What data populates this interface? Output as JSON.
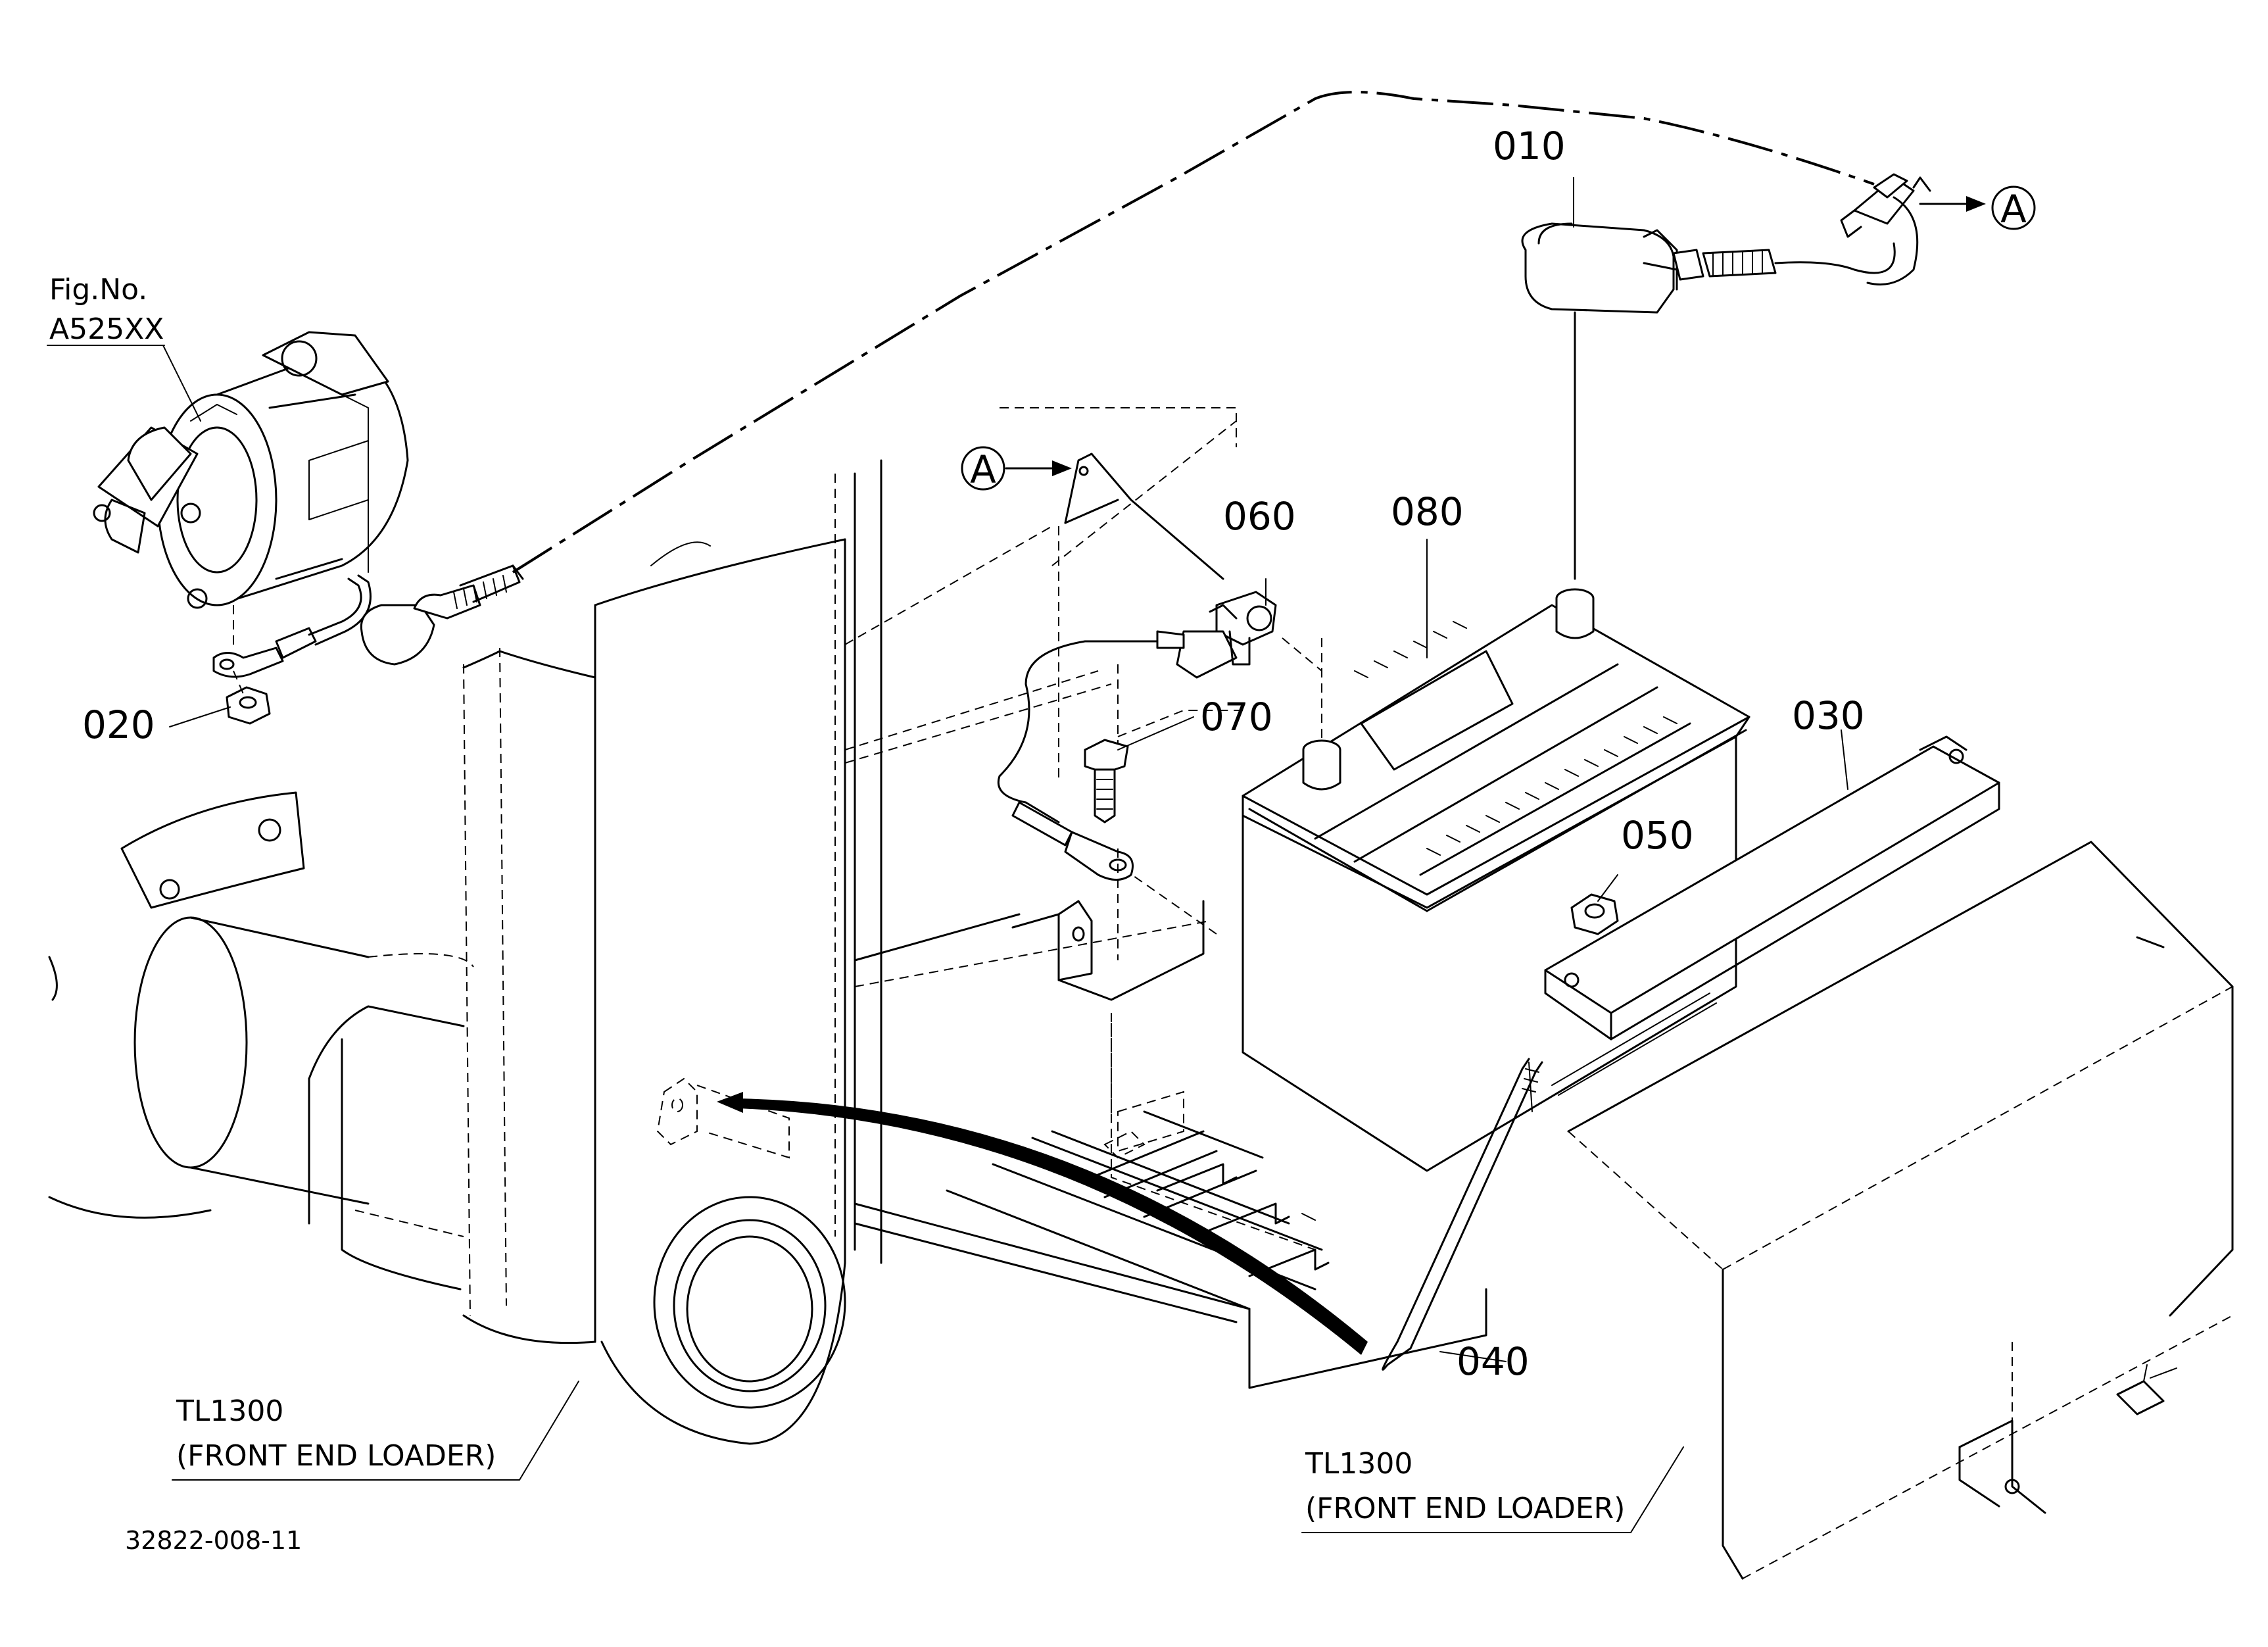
{
  "diagram": {
    "fig_no_label": "Fig.No.",
    "fig_no_value": "A525XX",
    "drawing_code": "32822-008-11",
    "callouts": {
      "p010": "010",
      "p020": "020",
      "p030": "030",
      "p040": "040",
      "p050": "050",
      "p060": "060",
      "p070": "070",
      "p080": "080"
    },
    "view_marker": "A",
    "notes": {
      "left_line1": "TL1300",
      "left_line2": "(FRONT END LOADER)",
      "right_line1": "TL1300",
      "right_line2": "(FRONT END LOADER)"
    }
  }
}
